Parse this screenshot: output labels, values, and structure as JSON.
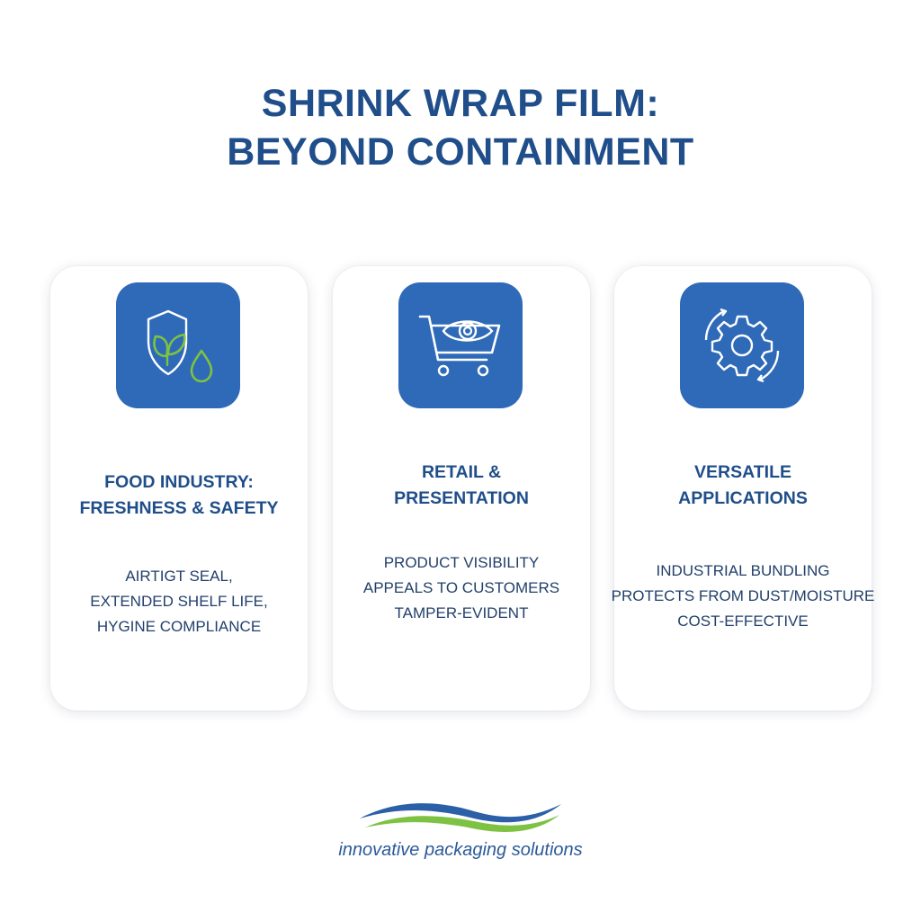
{
  "title": {
    "line1": "SHRINK WRAP FILM:",
    "line2": "BEYOND CONTAINMENT"
  },
  "cards": [
    {
      "icon": "shield-leaf-droplet-icon",
      "heading": [
        "FOOD INDUSTRY:",
        "FRESHNESS & SAFETY"
      ],
      "description": [
        "AIRTIGT SEAL,",
        "EXTENDED SHELF LIFE,",
        "HYGINE COMPLIANCE"
      ]
    },
    {
      "icon": "shopping-cart-eye-icon",
      "heading": [
        "RETAIL &",
        "PRESENTATION"
      ],
      "description": [
        "PRODUCT VISIBILITY",
        "APPEALS TO CUSTOMERS",
        "TAMPER-EVIDENT"
      ]
    },
    {
      "icon": "gear-cycle-icon",
      "heading": [
        "VERSATILE",
        "APPLICATIONS"
      ],
      "description": [
        "INDUSTRIAL BUNDLING",
        "PROTECTS FROM DUST/MOISTURE",
        "COST-EFFECTIVE"
      ]
    }
  ],
  "footer": {
    "logo_icon": "wave-logo-icon",
    "tagline": "innovative packaging solutions"
  },
  "colors": {
    "primary_blue": "#1f4e8a",
    "icon_tile": "#2e6ab7",
    "accent_green": "#7dc242",
    "text_dark": "#22406a"
  }
}
